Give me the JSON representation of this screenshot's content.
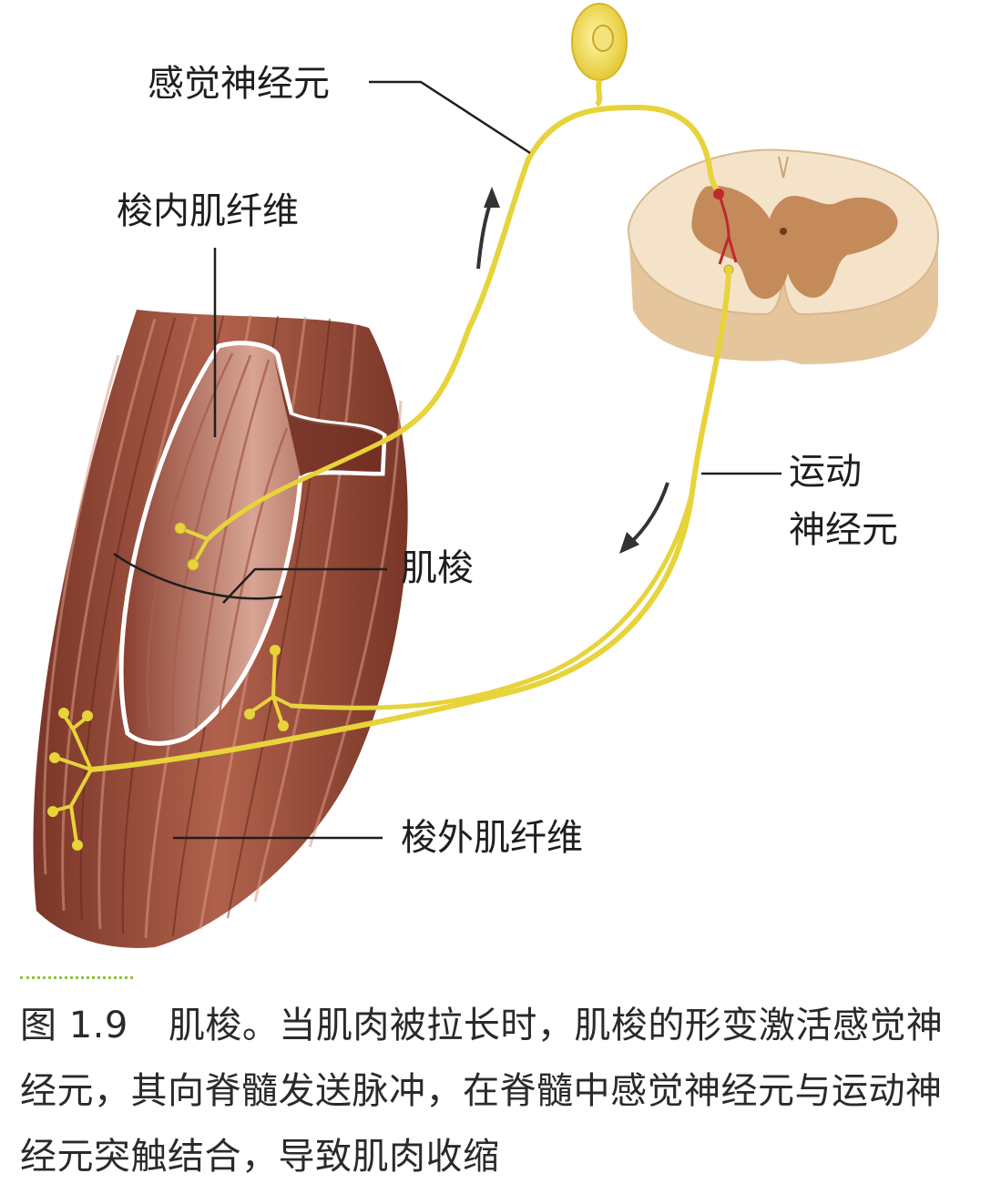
{
  "labels": {
    "sensory_neuron": "感觉神经元",
    "intrafusal_fiber": "梭内肌纤维",
    "muscle_spindle": "肌梭",
    "motor_neuron_line1": "运动",
    "motor_neuron_line2": "神经元",
    "extrafusal_fiber": "梭外肌纤维"
  },
  "caption": {
    "figure_number": "图 1.9",
    "text": "肌梭。当肌肉被拉长时，肌梭的形变激活感觉神经元，其向脊髓发送脉冲，在脊髓中感觉神经元与运动神经元突触结合，导致肌肉收缩"
  },
  "colors": {
    "nerve": "#e7d33a",
    "muscle": "#9a4e3c",
    "spinal_white_matter": "#f1dcc0",
    "spinal_gray_matter": "#c58a5a",
    "synapse": "#c0282a",
    "caption_accent": "#8fc23a"
  }
}
